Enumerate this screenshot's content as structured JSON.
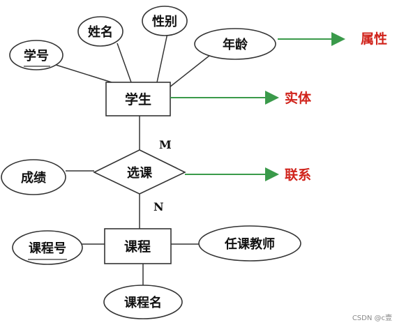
{
  "entities": {
    "student": "学生",
    "course": "课程"
  },
  "relationship": "选课",
  "attributes": {
    "student_id": "学号",
    "name": "姓名",
    "gender": "性别",
    "age": "年龄",
    "grade": "成绩",
    "course_id": "课程号",
    "teacher": "任课教师",
    "course_name": "课程名"
  },
  "cardinality": {
    "m": "M",
    "n": "N"
  },
  "legend": {
    "attribute": "属性",
    "entity": "实体",
    "relationship": "联系"
  },
  "colors": {
    "legend_arrow": "#3a9a4a",
    "legend_text": "#d0221a",
    "line": "#333333"
  },
  "watermark": "CSDN @c壹"
}
